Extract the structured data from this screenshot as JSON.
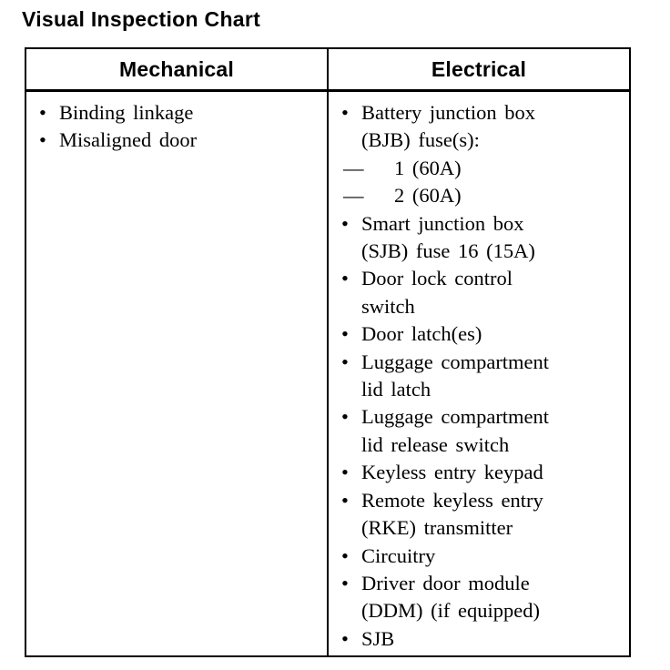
{
  "title": "Visual Inspection Chart",
  "chars": {
    "bullet": "•",
    "dash": "—"
  },
  "colors": {
    "text": "#000000",
    "border": "#000000",
    "background": "#ffffff"
  },
  "table": {
    "headers": {
      "mechanical": "Mechanical",
      "electrical": "Electrical"
    },
    "mechanical": [
      {
        "marker": "bullet",
        "text": "Binding linkage"
      },
      {
        "marker": "bullet",
        "text": "Misaligned door"
      }
    ],
    "electrical": [
      {
        "marker": "bullet",
        "text": "Battery junction box\n(BJB) fuse(s):"
      },
      {
        "marker": "dash",
        "text": "1 (60A)"
      },
      {
        "marker": "dash",
        "text": "2 (60A)"
      },
      {
        "marker": "bullet",
        "text": "Smart junction box\n(SJB) fuse 16 (15A)"
      },
      {
        "marker": "bullet",
        "text": "Door lock control\nswitch"
      },
      {
        "marker": "bullet",
        "text": "Door latch(es)"
      },
      {
        "marker": "bullet",
        "text": "Luggage compartment\nlid latch"
      },
      {
        "marker": "bullet",
        "text": "Luggage compartment\nlid release switch"
      },
      {
        "marker": "bullet",
        "text": "Keyless entry keypad"
      },
      {
        "marker": "bullet",
        "text": "Remote keyless entry\n(RKE) transmitter"
      },
      {
        "marker": "bullet",
        "text": "Circuitry"
      },
      {
        "marker": "bullet",
        "text": "Driver door module\n(DDM) (if equipped)"
      },
      {
        "marker": "bullet",
        "text": "SJB"
      }
    ]
  }
}
